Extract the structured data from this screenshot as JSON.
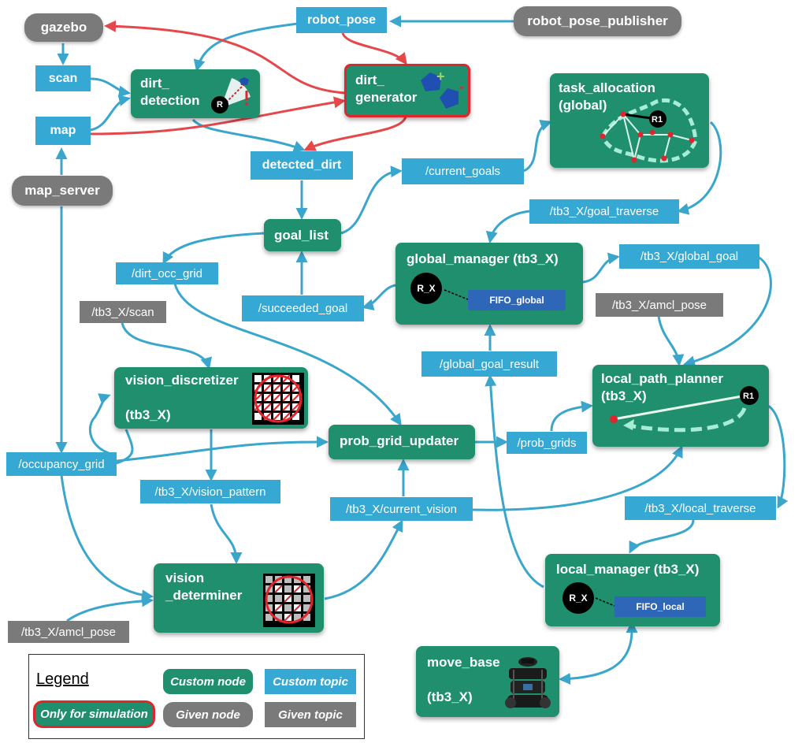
{
  "given_nodes": {
    "gazebo": "gazebo",
    "map_server": "map_server",
    "robot_pose_publisher": "robot_pose_publisher"
  },
  "nodes": {
    "dirt_detection": "dirt_\ndetection",
    "dirt_generator": "dirt_\ngenerator",
    "goal_list": "goal_list",
    "task_allocation": "task_allocation\n(global)",
    "global_manager": "global_manager (tb3_X)",
    "vision_discretizer": "vision_discretizer\n\n(tb3_X)",
    "prob_grid_updater": "prob_grid_updater",
    "local_path_planner": "local_path_planner\n(tb3_X)",
    "vision_determiner": "vision\n_determiner",
    "local_manager": "local_manager (tb3_X)",
    "move_base": "move_base\n\n(tb3_X)"
  },
  "topics": {
    "robot_pose": "robot_pose",
    "scan": "scan",
    "map": "map",
    "detected_dirt": "detected_dirt",
    "current_goals": "/current_goals",
    "goal_traverse": "/tb3_X/goal_traverse",
    "global_goal": "/tb3_X/global_goal",
    "dirt_occ_grid": "/dirt_occ_grid",
    "succeeded_goal": "/succeeded_goal",
    "global_goal_result": "/global_goal_result",
    "prob_grids": "/prob_grids",
    "occupancy_grid": "/occupancy_grid",
    "vision_pattern": "/tb3_X/vision_pattern",
    "current_vision": "/tb3_X/current_vision",
    "local_traverse": "/tb3_X/local_traverse"
  },
  "given_topics": {
    "scan_tb3": "/tb3_X/scan",
    "amcl_pose_top": "/tb3_X/amcl_pose",
    "amcl_pose_bottom": "/tb3_X/amcl_pose"
  },
  "labels": {
    "robot_r": "R",
    "robot_rx_global": "R_X",
    "robot_rx_local": "R_X",
    "r1_task": "R1",
    "r1_planner": "R1",
    "fifo_global": "FIFO_global",
    "fifo_local": "FIFO_local",
    "plus": "+",
    "minus": "-"
  },
  "legend": {
    "title": "Legend",
    "custom_node": "Custom node",
    "custom_topic": "Custom topic",
    "sim_only": "Only for simulation",
    "given_node": "Given node",
    "given_topic": "Given topic"
  },
  "colors": {
    "custom_node": "#1f8f6e",
    "custom_topic": "#35a9d3",
    "given": "#7a7a7a",
    "simulation_border": "#e0252c",
    "edge_blue": "#3aa6cc",
    "edge_red": "#e5474b",
    "fifo": "#2e66b8"
  }
}
